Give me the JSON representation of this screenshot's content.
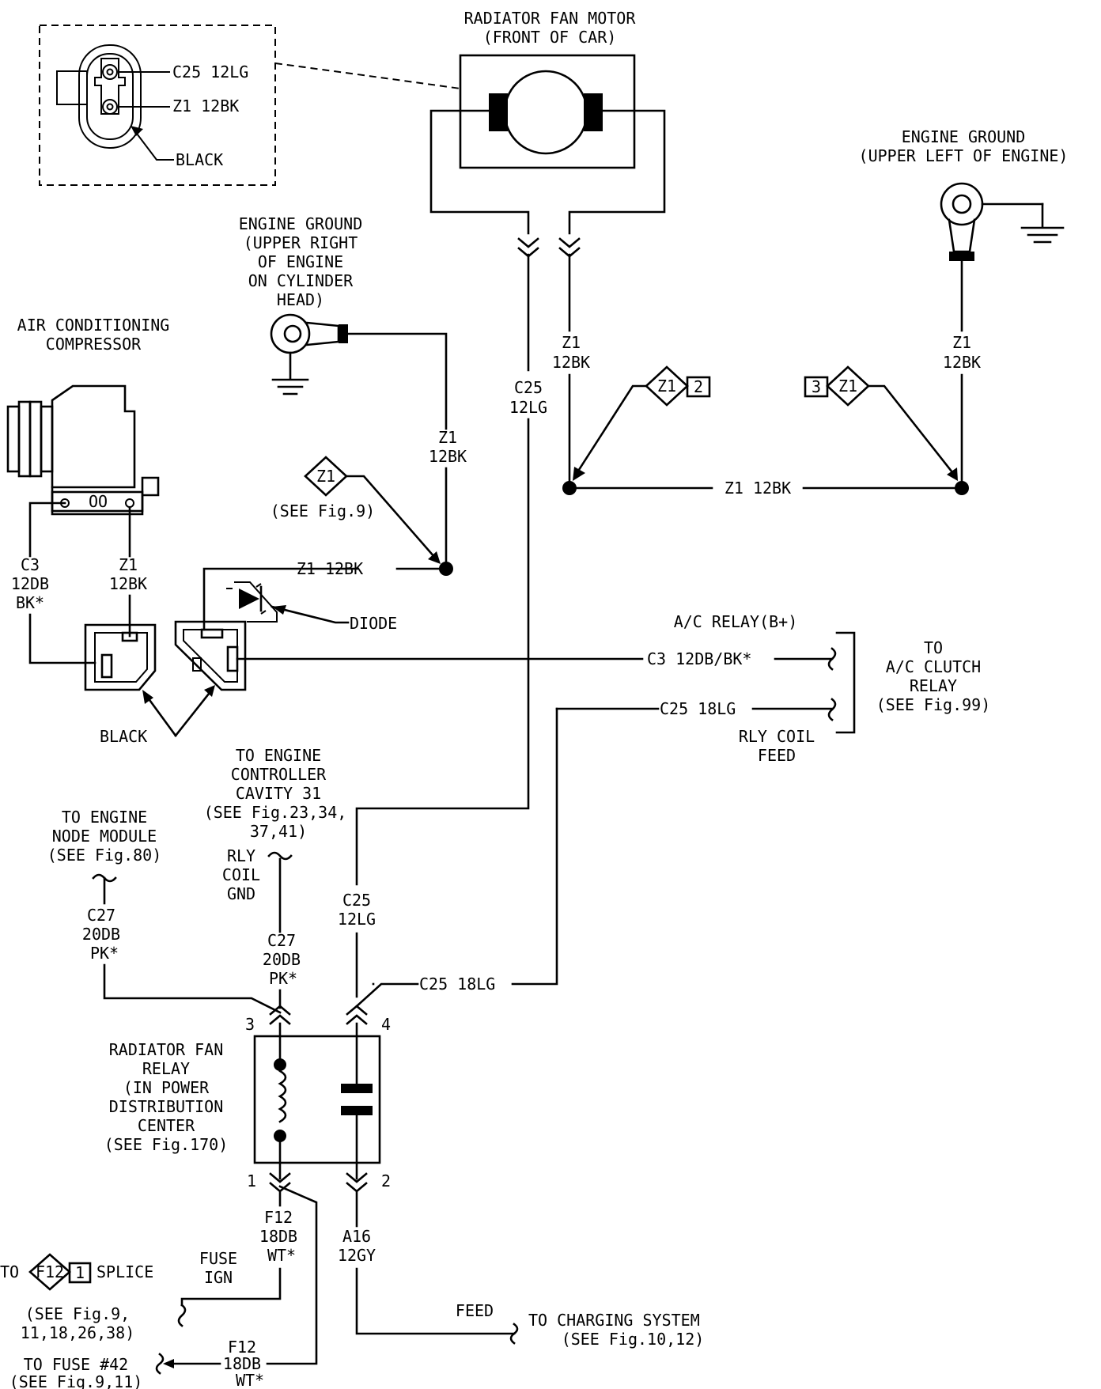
{
  "diagram": {
    "fan_motor": {
      "line1": "RADIATOR FAN MOTOR",
      "line2": "(FRONT OF CAR)"
    },
    "connector_inset": {
      "pin_top": "C25 12LG",
      "pin_bottom": "Z1 12BK",
      "color": "BLACK"
    },
    "ground_left_engine": {
      "line1": "ENGINE GROUND",
      "line2": "(UPPER LEFT OF ENGINE)"
    },
    "ground_right_engine": {
      "line1": "ENGINE GROUND",
      "line2": "(UPPER RIGHT",
      "line3": "OF ENGINE",
      "line4": "ON CYLINDER",
      "line5": "HEAD)"
    },
    "ac_compressor": {
      "line1": "AIR CONDITIONING",
      "line2": "COMPRESSOR"
    },
    "wires": {
      "motor_c25": {
        "code": "C25",
        "gauge_color": "12LG"
      },
      "motor_z1": {
        "code": "Z1",
        "gauge_color": "12BK"
      },
      "ground_right_z1": {
        "code": "Z1",
        "gauge_color": "12BK"
      },
      "ground_upper_z1": {
        "code": "Z1",
        "gauge_color": "12BK"
      },
      "z1_horizontal": "Z1 12BK",
      "z1_diode": "Z1 12BK",
      "compressor_c3": {
        "code": "C3",
        "gauge": "12DB",
        "tracer": "BK*"
      },
      "compressor_z1": {
        "code": "Z1",
        "gauge_color": "12BK"
      },
      "c3_relay": "C3 12DB/BK*",
      "c25_18lg_relay": "C25 18LG",
      "c25_lower": {
        "code": "C25",
        "gauge_color": "12LG"
      },
      "c25_pin4": "C25 18LG",
      "c27_left": {
        "code": "C27",
        "gauge": "20DB",
        "tracer": "PK*"
      },
      "c27_right": {
        "code": "C27",
        "gauge": "20DB",
        "tracer": "PK*"
      },
      "f12_top": {
        "code": "F12",
        "gauge": "18DB",
        "tracer": "WT*"
      },
      "f12_bottom": {
        "code": "F12",
        "gauge": "18DB",
        "tracer": "WT*"
      },
      "a16": {
        "code": "A16",
        "gauge_color": "12GY"
      }
    },
    "splice_refs": {
      "z1_2": {
        "id": "Z1",
        "num": "2"
      },
      "z1_3": {
        "id": "Z1",
        "num": "3"
      },
      "z1_see": {
        "id": "Z1",
        "note": "(SEE Fig.9)"
      },
      "f12_1": {
        "id": "F12",
        "num": "1"
      }
    },
    "diode_label": "DIODE",
    "black_label": "BLACK",
    "ac_relay": {
      "b_plus": "A/C RELAY(B+)",
      "coil_line1": "RLY COIL",
      "coil_line2": "FEED",
      "to_line1": "TO",
      "to_line2": "A/C CLUTCH",
      "to_line3": "RELAY",
      "to_line4": "(SEE Fig.99)"
    },
    "engine_controller": {
      "line1": "TO ENGINE",
      "line2": "CONTROLLER",
      "line3": "CAVITY 31",
      "line4": "(SEE Fig.23,34,",
      "line5": "37,41)"
    },
    "rly_coil_gnd": {
      "line1": "RLY",
      "line2": "COIL",
      "line3": "GND"
    },
    "node_module": {
      "line1": "TO ENGINE",
      "line2": "NODE MODULE",
      "line3": "(SEE Fig.80)"
    },
    "relay": {
      "line1": "RADIATOR FAN",
      "line2": "RELAY",
      "line3": "(IN POWER",
      "line4": "DISTRIBUTION",
      "line5": "CENTER",
      "line6": "(SEE Fig.170)",
      "pin1": "1",
      "pin2": "2",
      "pin3": "3",
      "pin4": "4"
    },
    "fuse_ign": {
      "line1": "FUSE",
      "line2": "IGN"
    },
    "splice_note": {
      "to": "TO",
      "splice": "SPLICE",
      "line1": "(SEE Fig.9,",
      "line2": "11,18,26,38)"
    },
    "to_fuse": {
      "line1": "TO FUSE #42",
      "line2": "(SEE Fig.9,11)"
    },
    "charging": {
      "feed": "FEED",
      "line1": "TO CHARGING SYSTEM",
      "line2": "(SEE Fig.10,12)"
    }
  }
}
